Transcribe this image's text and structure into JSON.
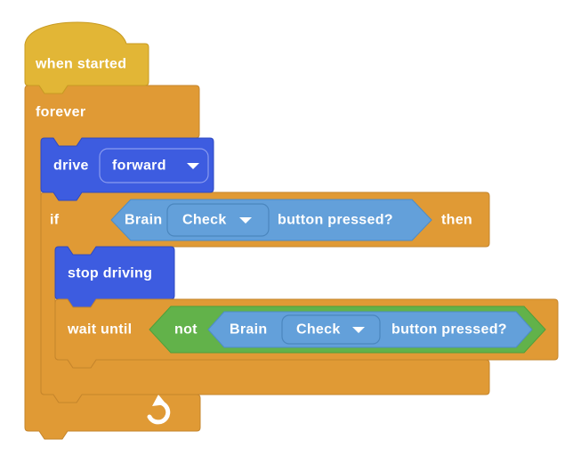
{
  "palette": {
    "events_yellow": "#E2B636",
    "events_yellow_border": "#C89B22",
    "control_orange": "#E09A35",
    "control_orange_border": "#C5852C",
    "drivetrain_blue": "#3D5CE0",
    "drivetrain_blue_border": "#2F49C0",
    "drivetrain_dropdown_border": "#8A9BEF",
    "sensing_blue": "#63A0DA",
    "sensing_blue_border": "#4E8CC6",
    "sensing_dropdown_border": "#4A86BE",
    "operator_green": "#62B24A",
    "operator_green_border": "#4FA03C",
    "label_white": "#FFFFFF"
  },
  "blocks": {
    "when_started": {
      "label": "when started"
    },
    "forever": {
      "label": "forever"
    },
    "drive": {
      "label": "drive",
      "direction": "forward"
    },
    "if_block": {
      "keyword_if": "if",
      "keyword_then": "then",
      "condition": {
        "device": "Brain",
        "button": "Check",
        "suffix": "button pressed?"
      }
    },
    "stop_driving": {
      "label": "stop driving"
    },
    "wait_until": {
      "label": "wait until",
      "operator": "not",
      "condition": {
        "device": "Brain",
        "button": "Check",
        "suffix": "button pressed?"
      }
    }
  }
}
